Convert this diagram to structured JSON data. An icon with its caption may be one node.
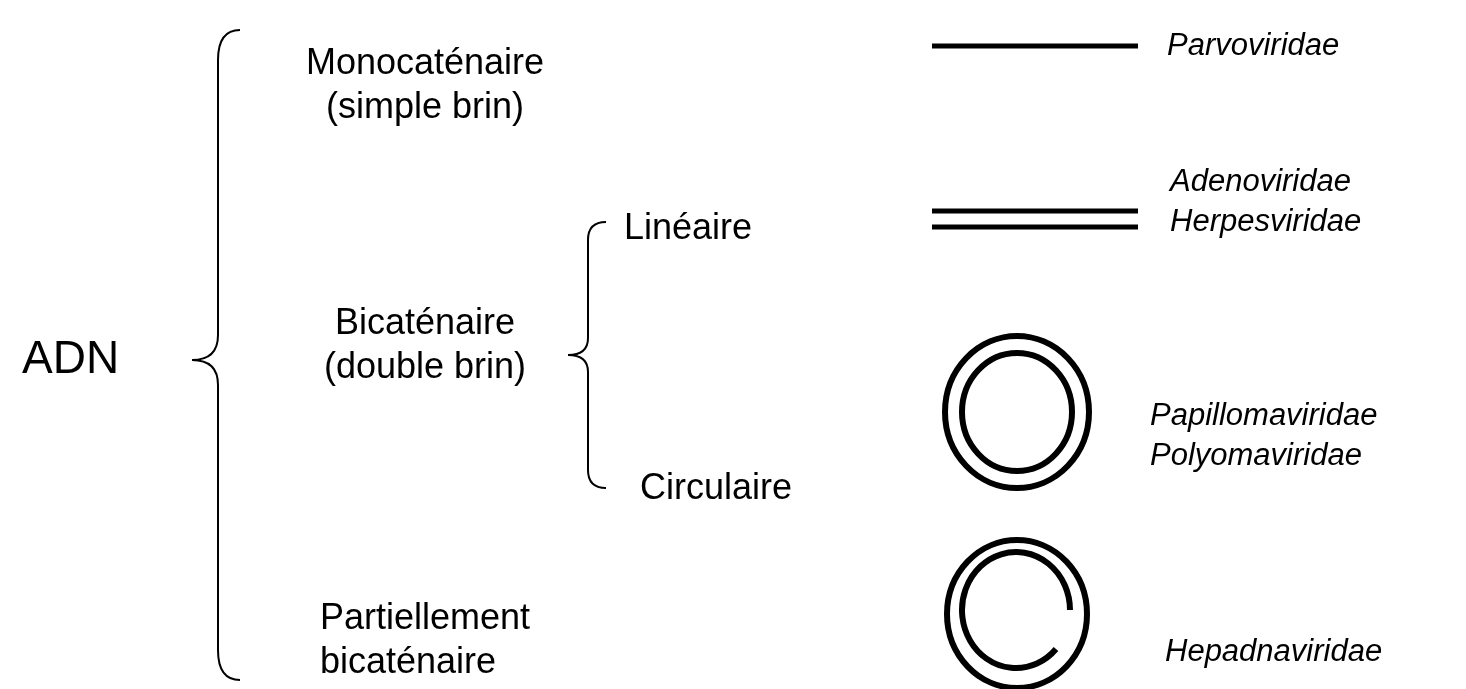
{
  "diagram": {
    "labels": [
      "ADN",
      "Monocaténaire (simple brin)",
      "Bicaténaire (double brin)",
      "Linéaire",
      "Circulaire",
      "Partiellement bicaténaire",
      "Parvoviridae",
      "Adenoviridae",
      "Herpesviridae",
      "Papillomaviridae",
      "Polyomaviridae",
      "Hepadnaviridae"
    ]
  }
}
